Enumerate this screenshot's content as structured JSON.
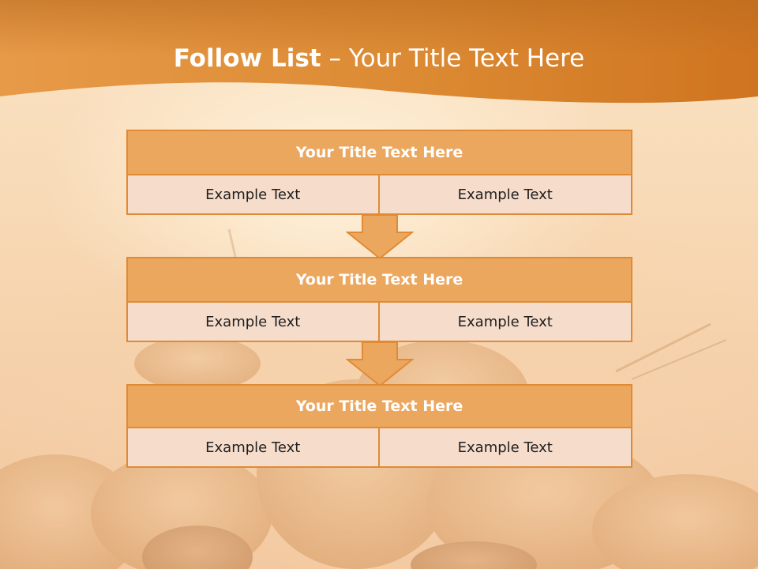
{
  "slide": {
    "title_bold": "Follow List",
    "title_rest": "– Your Title Text Here"
  },
  "steps": [
    {
      "title": "Your Title Text Here",
      "cells": [
        "Example Text",
        "Example Text"
      ]
    },
    {
      "title": "Your Title Text Here",
      "cells": [
        "Example Text",
        "Example Text"
      ]
    },
    {
      "title": "Your Title Text Here",
      "cells": [
        "Example Text",
        "Example Text"
      ]
    }
  ],
  "colors": {
    "header_band": "#d9822a",
    "step_head_fill": "#eca75f",
    "step_border": "#e08a35",
    "cell_fill": "#f6dccb",
    "arrow_fill": "#eca75f"
  },
  "icons": {
    "arrow": "arrow-down-icon"
  }
}
